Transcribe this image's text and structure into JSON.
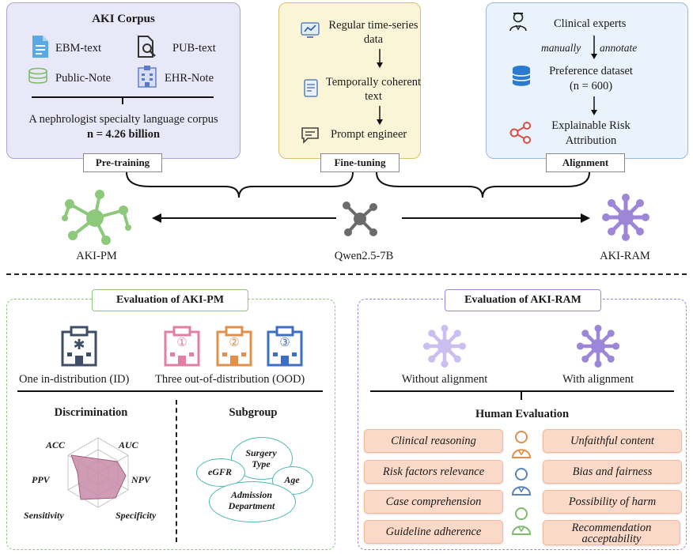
{
  "pretraining": {
    "title": "AKI Corpus",
    "items": [
      "EBM-text",
      "PUB-text",
      "Public-Note",
      "EHR-Note"
    ],
    "desc": "A nephrologist specialty language corpus",
    "stat": "n = 4.26 billion",
    "tag": "Pre-training",
    "icons": [
      "document-icon",
      "search-document-icon",
      "database-icon",
      "hospital-icon"
    ]
  },
  "finetuning": {
    "steps": [
      "Regular time-series data",
      "Temporally coherent text",
      "Prompt engineer"
    ],
    "tag": "Fine-tuning",
    "icons": [
      "monitor-chart-icon",
      "document-edit-icon",
      "chat-bubble-icon"
    ]
  },
  "alignment": {
    "experts": "Clinical experts",
    "left_arrow": "manually",
    "right_arrow": "annotate",
    "dataset": "Preference dataset",
    "dataset_n": "(n = 600)",
    "attribution": "Explainable Risk Attribution",
    "tag": "Alignment",
    "icons": [
      "doctor-icon",
      "database-icon",
      "share-network-icon"
    ]
  },
  "models": {
    "left": "AKI-PM",
    "center": "Qwen2.5-7B",
    "right": "AKI-RAM",
    "colors": {
      "pm": "#8cc97a",
      "base": "#6b6b6b",
      "ram": "#9d86d8"
    }
  },
  "eval_pm": {
    "title": "Evaluation of AKI-PM",
    "id_label": "One in-distribution (ID)",
    "ood_label": "Three out-of-distribution (OOD)",
    "ood_marks": [
      "①",
      "②",
      "③"
    ],
    "discrimination": "Discrimination",
    "subgroup": "Subgroup",
    "radar_axes": [
      "ACC",
      "AUC",
      "NPV",
      "Specificity",
      "Sensitivity",
      "PPV"
    ],
    "subgroups": [
      "Surgery Type",
      "eGFR",
      "Age",
      "Admission Department"
    ]
  },
  "eval_ram": {
    "title": "Evaluation of AKI-RAM",
    "without": "Without alignment",
    "with": "With alignment",
    "human_eval": "Human Evaluation",
    "left_items": [
      "Clinical reasoning",
      "Risk factors relevance",
      "Case comprehension",
      "Guideline adherence"
    ],
    "right_items": [
      "Unfaithful content",
      "Bias and fairness",
      "Possibility of harm",
      "Recommendation acceptability"
    ]
  }
}
